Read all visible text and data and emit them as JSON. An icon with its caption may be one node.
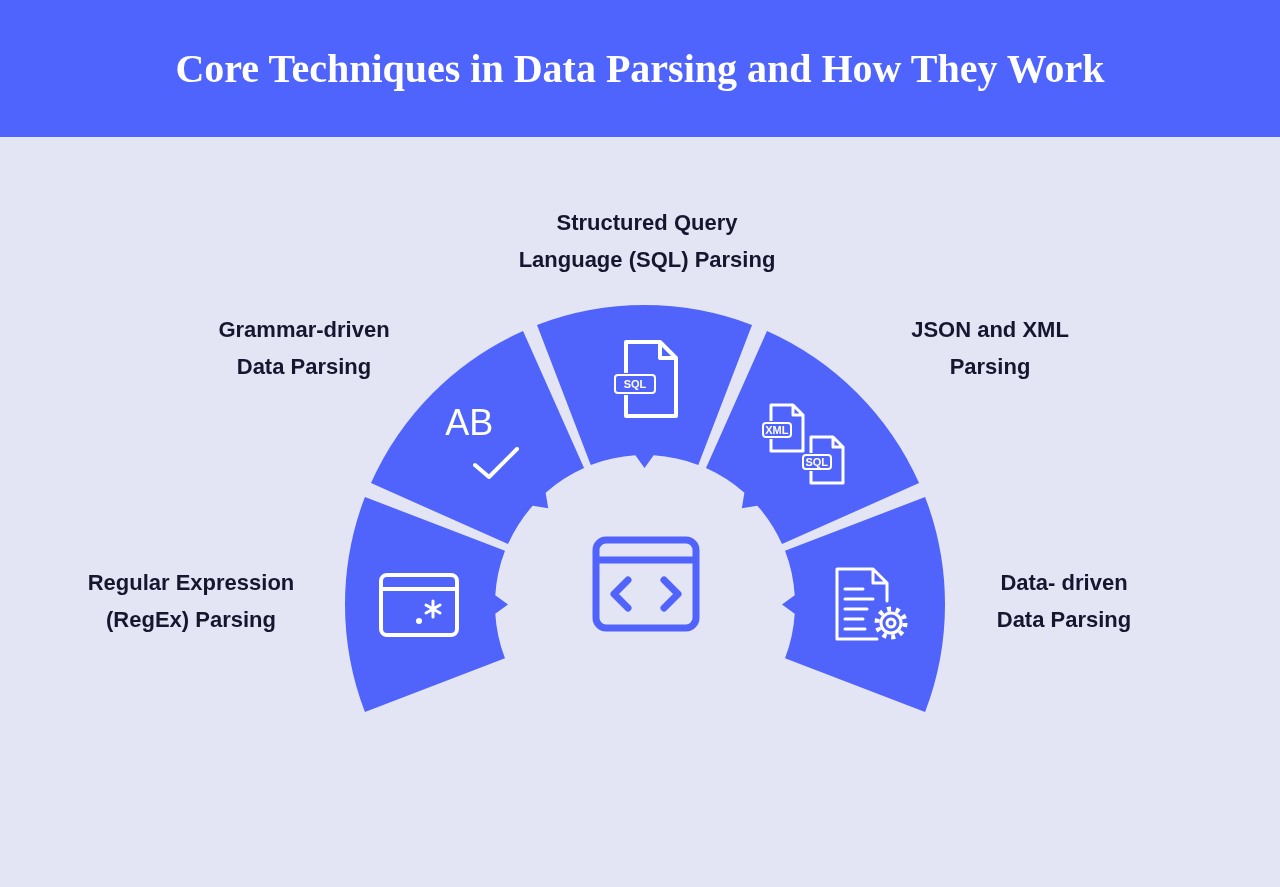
{
  "diagram": {
    "title": "Core Techniques in Data Parsing and How They Work",
    "nodes": [
      {
        "text": [
          "Regular Expression (RegEx) Parsing"
        ]
      },
      {
        "text": [
          "Grammar-driven Data Parsing",
          "AB"
        ]
      },
      {
        "text": [
          "Structured Query Language (SQL) Parsing",
          "SQL"
        ]
      },
      {
        "text": [
          "JSON and XML Parsing",
          "XML",
          "SQL"
        ]
      },
      {
        "text": [
          "Data- driven Data Parsing"
        ]
      }
    ]
  }
}
